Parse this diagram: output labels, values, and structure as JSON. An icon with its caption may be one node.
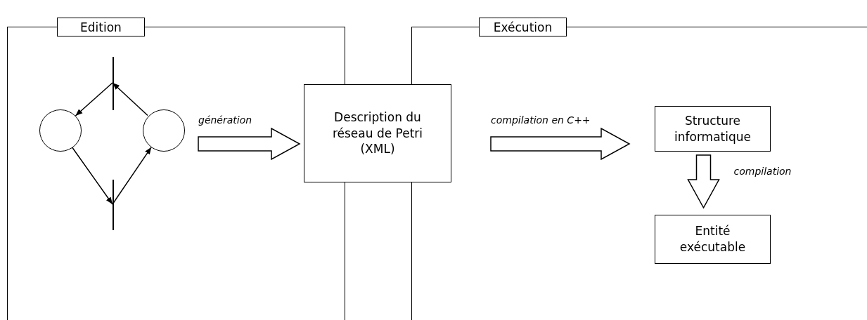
{
  "diagram": {
    "nodes": [
      {
        "text": [
          "Edition"
        ]
      },
      {
        "text": [],
        "shape": "bar",
        "in": 0
      },
      {
        "text": [],
        "shape": "circle",
        "in": 0
      },
      {
        "text": [],
        "shape": "circle",
        "in": 0
      },
      {
        "text": [],
        "shape": "bar",
        "in": 0
      },
      {
        "text": [
          "Description du réseau de Petri (XML)"
        ]
      },
      {
        "text": [
          "Exécution"
        ]
      },
      {
        "text": [
          "Structure informatique"
        ],
        "in": 6
      },
      {
        "text": [
          "Entité exécutable"
        ],
        "in": 6
      }
    ],
    "edges": [
      {
        "from": 1,
        "to": 2,
        "arrow": "to"
      },
      {
        "from": 3,
        "to": 1,
        "arrow": "to"
      },
      {
        "from": 2,
        "to": 4,
        "arrow": "to"
      },
      {
        "from": 4,
        "to": 3,
        "arrow": "to"
      },
      {
        "from": null,
        "to": 5,
        "arrow": "to",
        "label": "génération",
        "style": "thick"
      },
      {
        "from": 5,
        "to": 7,
        "arrow": "to",
        "label": "compilation en C++",
        "style": "thick"
      },
      {
        "from": 7,
        "to": 8,
        "arrow": "to",
        "label": "compilation",
        "style": "thick"
      }
    ]
  }
}
